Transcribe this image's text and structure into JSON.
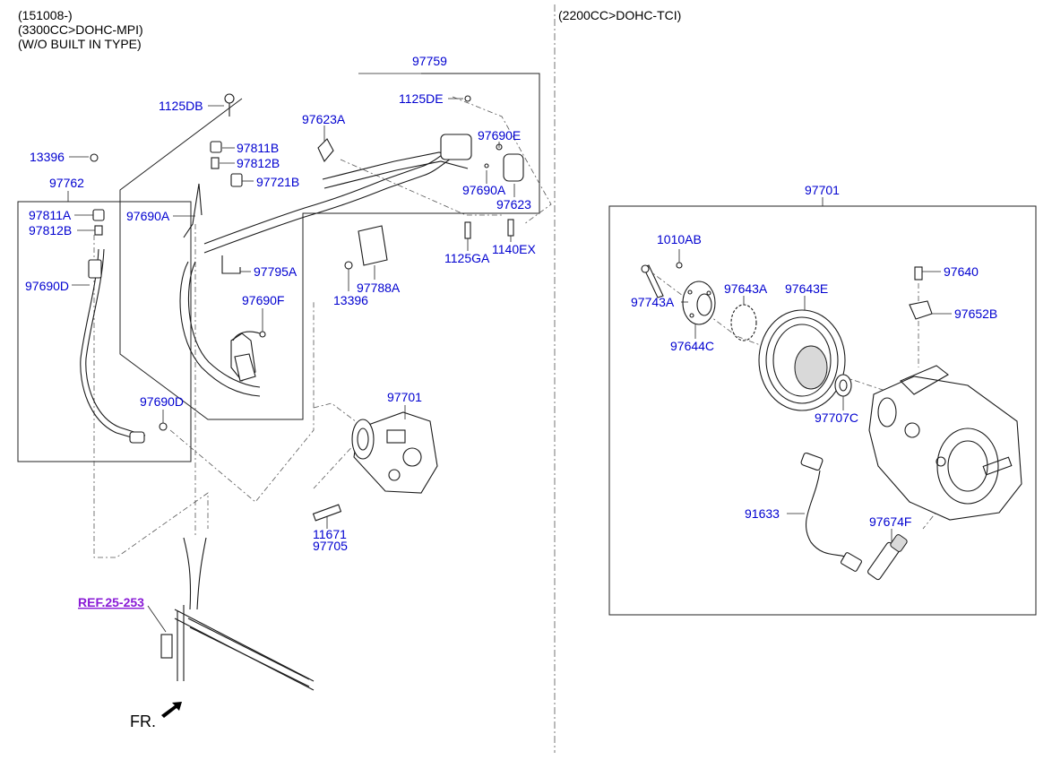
{
  "left_section": {
    "notes": [
      "(151008-)",
      "(3300CC>DOHC-MPI)",
      "(W/O BUILT IN TYPE)"
    ]
  },
  "right_section": {
    "note": "(2200CC>DOHC-TCI)"
  },
  "labels": {
    "l97759": "97759",
    "l1125DB": "1125DB",
    "l1125DE": "1125DE",
    "l97623A": "97623A",
    "l97690E": "97690E",
    "l13396a": "13396",
    "l97811B": "97811B",
    "l97812B": "97812B",
    "l97721B": "97721B",
    "l97762": "97762",
    "l97690A_left": "97690A",
    "l97690A_right": "97690A",
    "l97623": "97623",
    "l97811A": "97811A",
    "l97812B_b": "97812B",
    "l1125GA": "1125GA",
    "l1140EX": "1140EX",
    "l97795A": "97795A",
    "l97788A": "97788A",
    "l13396b": "13396",
    "l97690D_top": "97690D",
    "l97690F": "97690F",
    "l97690D_bottom": "97690D",
    "l97701_left": "97701",
    "l11671": "11671",
    "l97705": "97705",
    "ref": "REF.25-253",
    "fr": "FR.",
    "l97701_right": "97701",
    "l1010AB": "1010AB",
    "l97743A": "97743A",
    "l97643A": "97643A",
    "l97643E": "97643E",
    "l97640": "97640",
    "l97652B": "97652B",
    "l97644C": "97644C",
    "l97707C": "97707C",
    "l91633": "91633",
    "l97674F": "97674F"
  }
}
